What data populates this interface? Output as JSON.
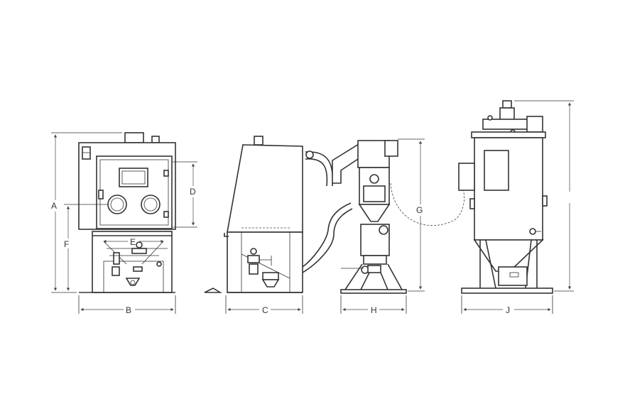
{
  "dimensions": {
    "a": "A",
    "b": "B",
    "c": "C",
    "d": "D",
    "e": "E",
    "f": "F",
    "g": "G",
    "h": "H",
    "j": "J"
  },
  "colors": {
    "line": "#333333",
    "background": "#ffffff"
  }
}
